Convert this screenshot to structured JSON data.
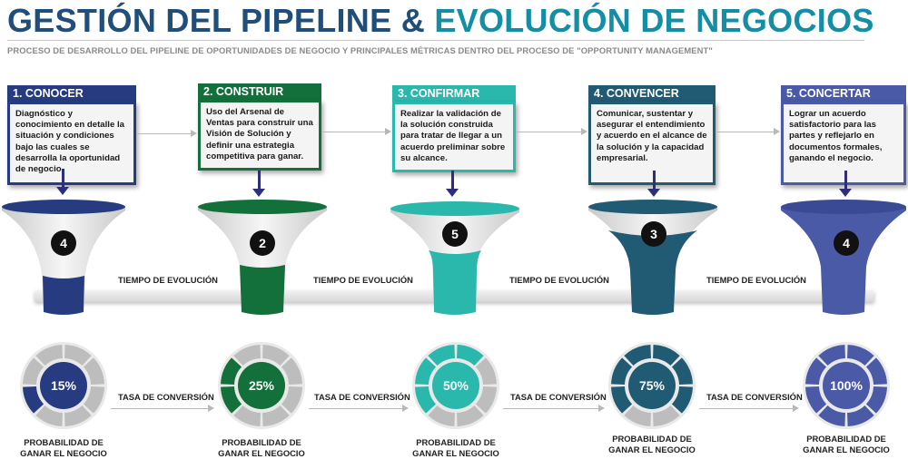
{
  "title": {
    "part1": "GESTIÓN DEL PIPELINE &",
    "part2": "EVOLUCIÓN DE NEGOCIOS"
  },
  "subtitle": "PROCESO DE DESARROLLO DEL PIPELINE DE OPORTUNIDADES DE NEGOCIO Y PRINCIPALES MÉTRICAS DENTRO DEL PROCESO DE \"OPPORTUNITY MANAGEMENT\"",
  "colors": {
    "stage1": "#263b80",
    "stage2": "#13703a",
    "stage3": "#2ab7ac",
    "stage4": "#215a73",
    "stage5": "#4a5aa6"
  },
  "stages": [
    {
      "title": "1. CONOCER",
      "text": "Diagnóstico y conocimiento en detalle la situación y condiciones bajo las cuales se desarrolla la oportunidad de negocio.",
      "count": "4",
      "percent": "15%",
      "fill_fraction": 0.15
    },
    {
      "title": "2. CONSTRUIR",
      "text": "Uso del Arsenal de Ventas para construir una Visión de Solución y definir una estrategia competitiva para ganar.",
      "count": "2",
      "percent": "25%",
      "fill_fraction": 0.25
    },
    {
      "title": "3. CONFIRMAR",
      "text": "Realizar la validación de la solución construida para tratar de llegar a un acuerdo preliminar sobre su alcance.",
      "count": "5",
      "percent": "50%",
      "fill_fraction": 0.5
    },
    {
      "title": "4. CONVENCER",
      "text": "Comunicar, sustentar y asegurar el entendimiento y acuerdo en el alcance de la solución y la capacidad empresarial.",
      "count": "3",
      "percent": "75%",
      "fill_fraction": 0.75
    },
    {
      "title": "5. CONCERTAR",
      "text": "Lograr un acuerdo satisfactorio para las partes y reflejarlo en documentos formales, ganando el negocio.",
      "count": "4",
      "percent": "100%",
      "fill_fraction": 1.0
    }
  ],
  "time_label": "TIEMPO DE EVOLUCIÓN",
  "conversion_label": "TASA DE CONVERSIÓN",
  "probability_label": {
    "line1": "PROBABILIDAD DE",
    "line2": "GANAR EL NEGOCIO"
  }
}
